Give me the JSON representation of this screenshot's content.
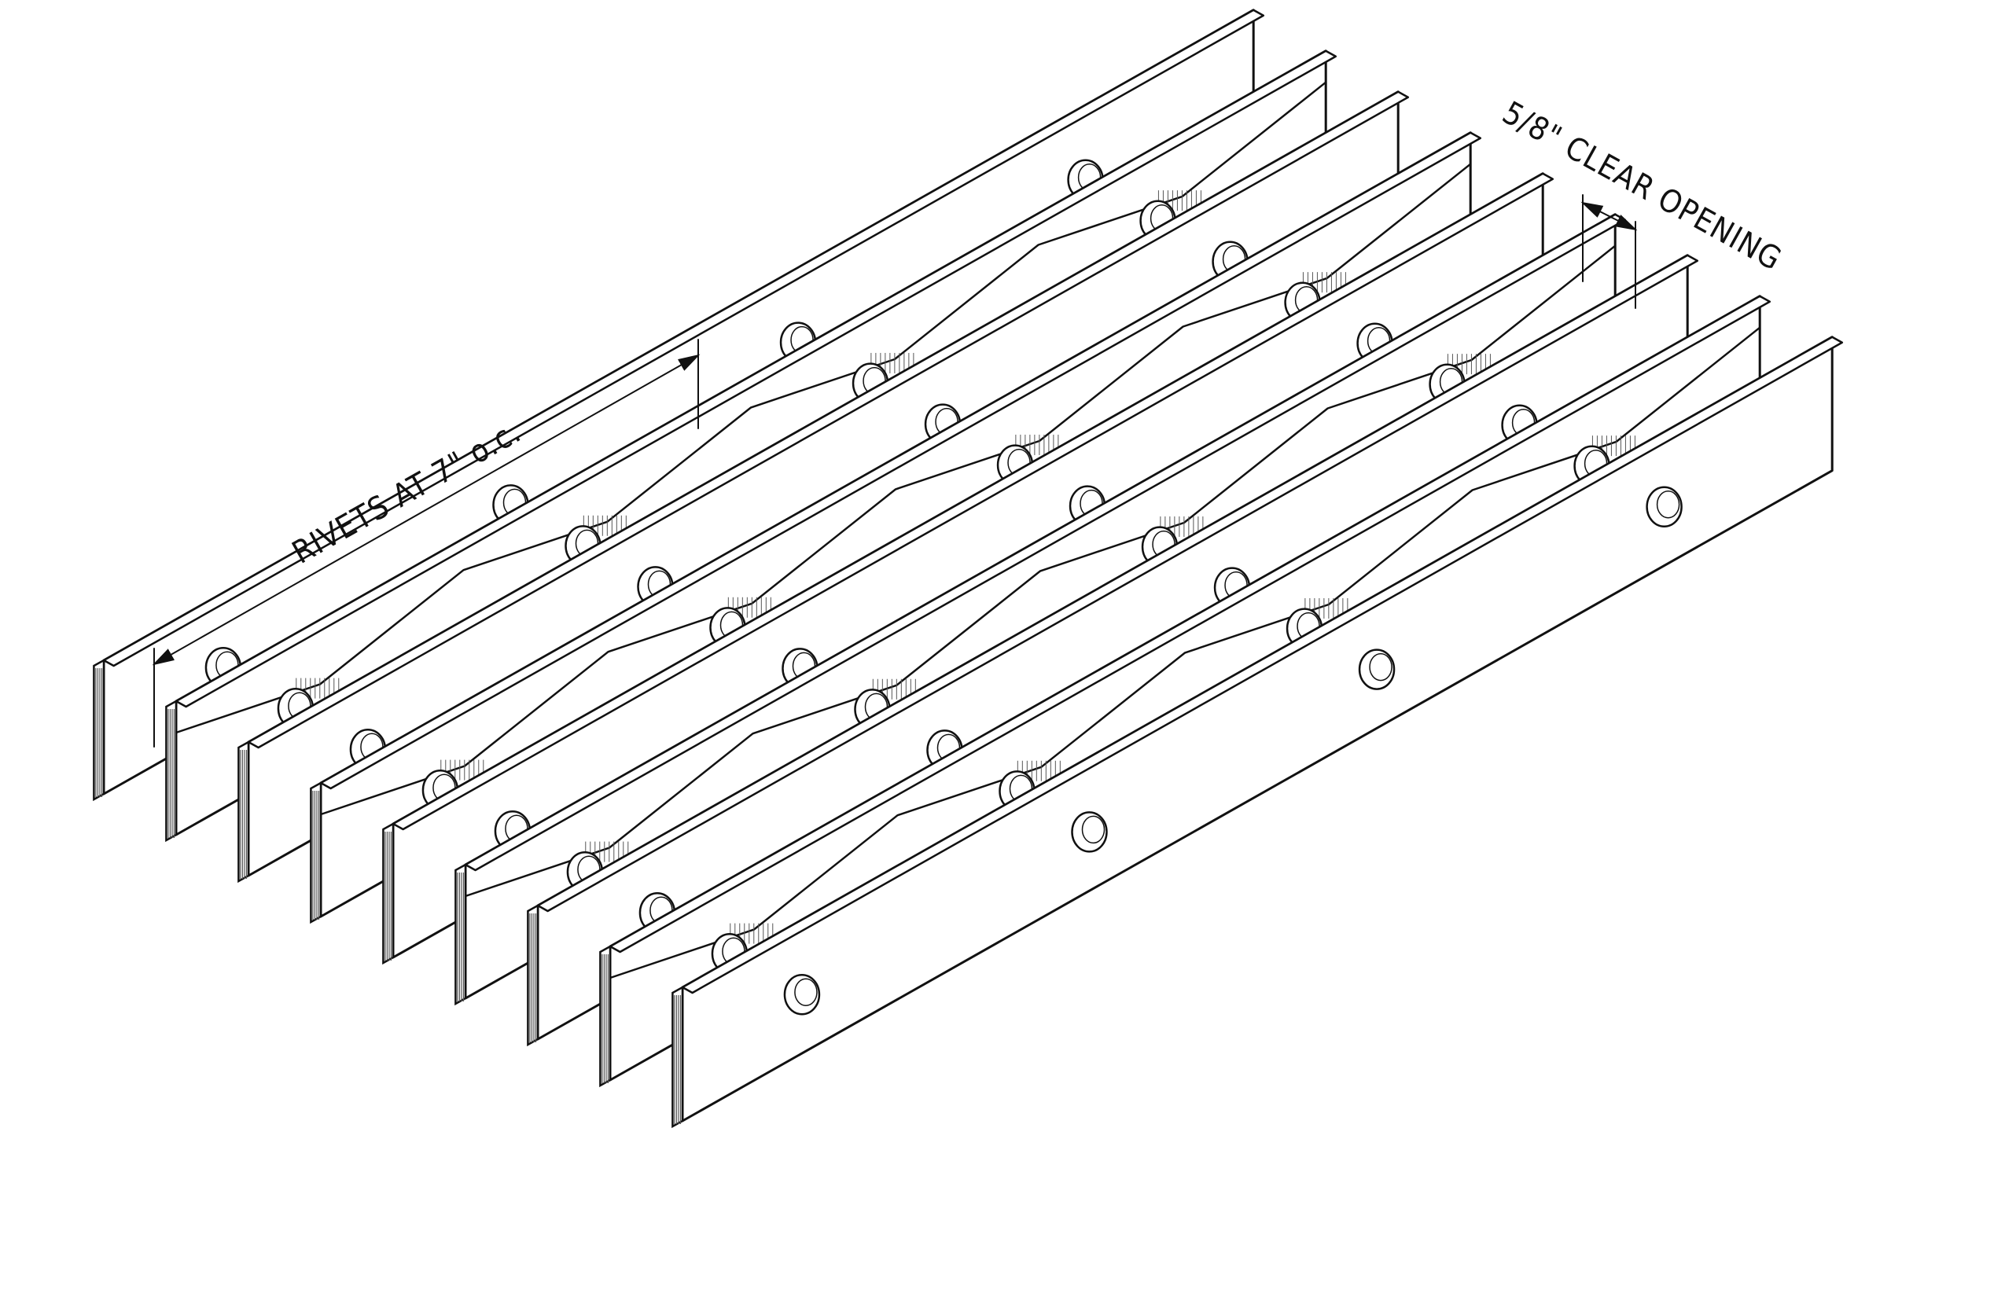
{
  "annotations": {
    "rivet_spacing": "RIVETS AT 7\" o.c.",
    "clear_opening": "5/8\" CLEAR OPENING"
  },
  "colors": {
    "ink": "#111111",
    "paper": "#ffffff",
    "bar_face": "#ffffff",
    "bar_top": "#ffffff",
    "hatch": "#555555"
  },
  "bars": [
    {
      "kind": "straight"
    },
    {
      "kind": "crimped"
    },
    {
      "kind": "straight"
    },
    {
      "kind": "crimped"
    },
    {
      "kind": "straight"
    },
    {
      "kind": "crimped"
    },
    {
      "kind": "straight"
    },
    {
      "kind": "crimped"
    },
    {
      "kind": "straight"
    }
  ]
}
